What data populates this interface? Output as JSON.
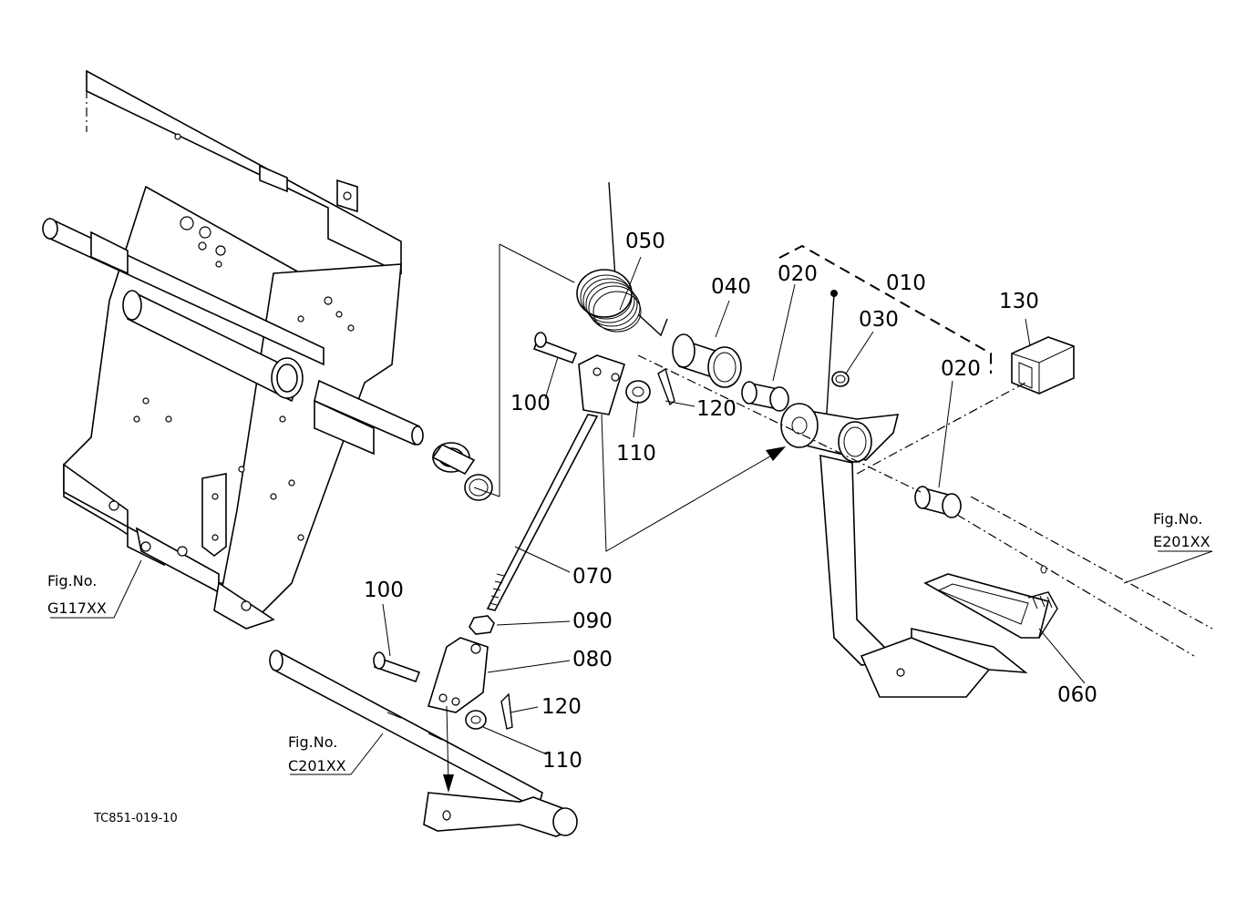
{
  "drawing_code": "TC851-019-10",
  "callouts": {
    "c010": "010",
    "c020a": "020",
    "c020b": "020",
    "c030": "030",
    "c040": "040",
    "c050": "050",
    "c060": "060",
    "c070": "070",
    "c080": "080",
    "c090": "090",
    "c100a": "100",
    "c100b": "100",
    "c110a": "110",
    "c110b": "110",
    "c120a": "120",
    "c120b": "120",
    "c130": "130"
  },
  "fig_refs": {
    "g117": {
      "label": "Fig.No.",
      "code": "G117XX"
    },
    "c201": {
      "label": "Fig.No.",
      "code": "C201XX"
    },
    "e201": {
      "label": "Fig.No.",
      "code": "E201XX"
    }
  }
}
